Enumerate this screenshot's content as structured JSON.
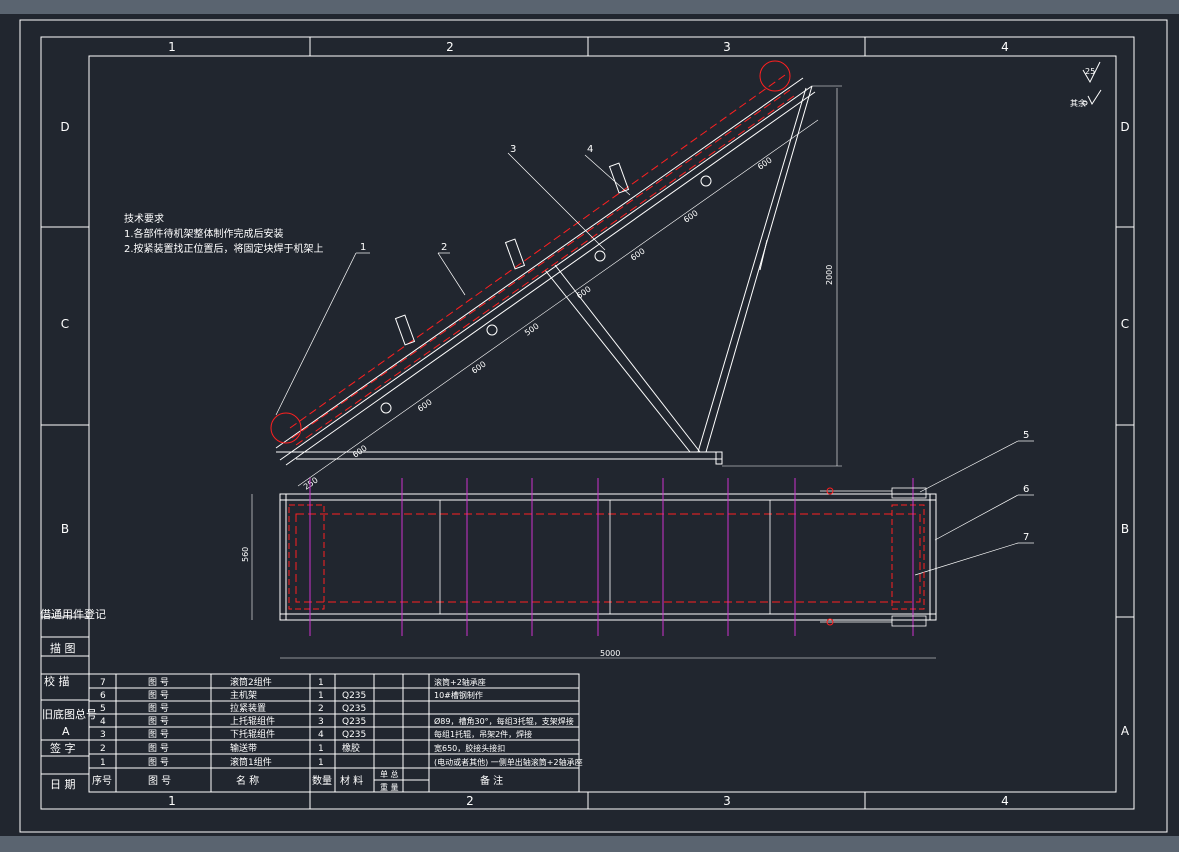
{
  "viewport": {
    "background": "#21262f",
    "chrome_color": "#5a6470"
  },
  "border": {
    "columns": [
      "1",
      "2",
      "3",
      "4"
    ],
    "rows": [
      "D",
      "C",
      "B",
      "A"
    ]
  },
  "side_labels": {
    "borrow": "借通用件登记",
    "trace": "描 图",
    "check": "校 描",
    "old_base": "旧底图总号",
    "A": "A",
    "sign": "签 字",
    "date": "日 期"
  },
  "tech_requirements": {
    "title": "技术要求",
    "lines": [
      "1.各部件待机架整体制作完成后安装",
      "2.按紧装置找正位置后，将固定块焊于机架上"
    ]
  },
  "roughness": {
    "value": "25",
    "rest": "其余"
  },
  "callouts": [
    "1",
    "2",
    "3",
    "4",
    "5",
    "6",
    "7"
  ],
  "dimensions": {
    "height": "2000",
    "length": "5000",
    "width": "560",
    "pitch": "600",
    "pitch_500": "500",
    "end": "250"
  },
  "colors": {
    "line": "#ffffff",
    "belt": "#ff2020",
    "idler": "#cc33cc"
  },
  "bom": {
    "rows": [
      {
        "no": "7",
        "code": "图 号",
        "name": "滚筒2组件",
        "qty": "1",
        "mat": "",
        "note": "滚筒+2轴承座"
      },
      {
        "no": "6",
        "code": "图 号",
        "name": "主机架",
        "qty": "1",
        "mat": "Q235",
        "note": "10#槽钢制作"
      },
      {
        "no": "5",
        "code": "图 号",
        "name": "拉紧装置",
        "qty": "2",
        "mat": "Q235",
        "note": ""
      },
      {
        "no": "4",
        "code": "图 号",
        "name": "上托辊组件",
        "qty": "3",
        "mat": "Q235",
        "note": "Ø89，槽角30°，每组3托辊，支架焊接"
      },
      {
        "no": "3",
        "code": "图 号",
        "name": "下托辊组件",
        "qty": "4",
        "mat": "Q235",
        "note": "每组1托辊，吊架2件，焊接"
      },
      {
        "no": "2",
        "code": "图 号",
        "name": "输送带",
        "qty": "1",
        "mat": "橡胶",
        "note": "宽650，胶接头接扣"
      },
      {
        "no": "1",
        "code": "图 号",
        "name": "滚筒1组件",
        "qty": "1",
        "mat": "",
        "note": "(电动或者其他) 一侧单出轴滚筒+2轴承座"
      }
    ],
    "header": {
      "no": "序号",
      "code": "图 号",
      "name": "名 称",
      "qty": "数量",
      "mat": "材 料",
      "weight_top": "单 总",
      "weight_bot": "重 量",
      "note": "备 注"
    }
  }
}
